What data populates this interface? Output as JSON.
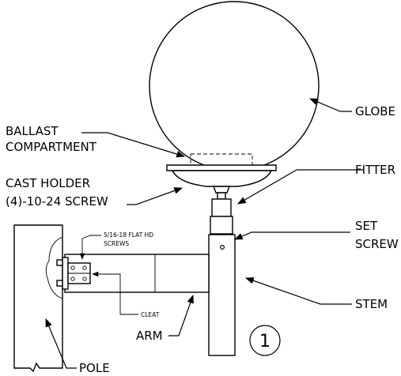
{
  "labels": {
    "globe": "GLOBE",
    "ballast_1": "BALLAST",
    "ballast_2": "COMPARTMENT",
    "cast_1": "CAST HOLDER",
    "cast_2": "(4)-10-24 SCREW",
    "fitter": "FITTER",
    "set_1": "SET",
    "set_2": "SCREW",
    "screws_1": "5/16-18 FLAT HD",
    "screws_2": "SCREWS",
    "cleat": "CLEAT",
    "stem": "STEM",
    "arm": "ARM",
    "pole": "POLE",
    "detail_number": "1"
  }
}
